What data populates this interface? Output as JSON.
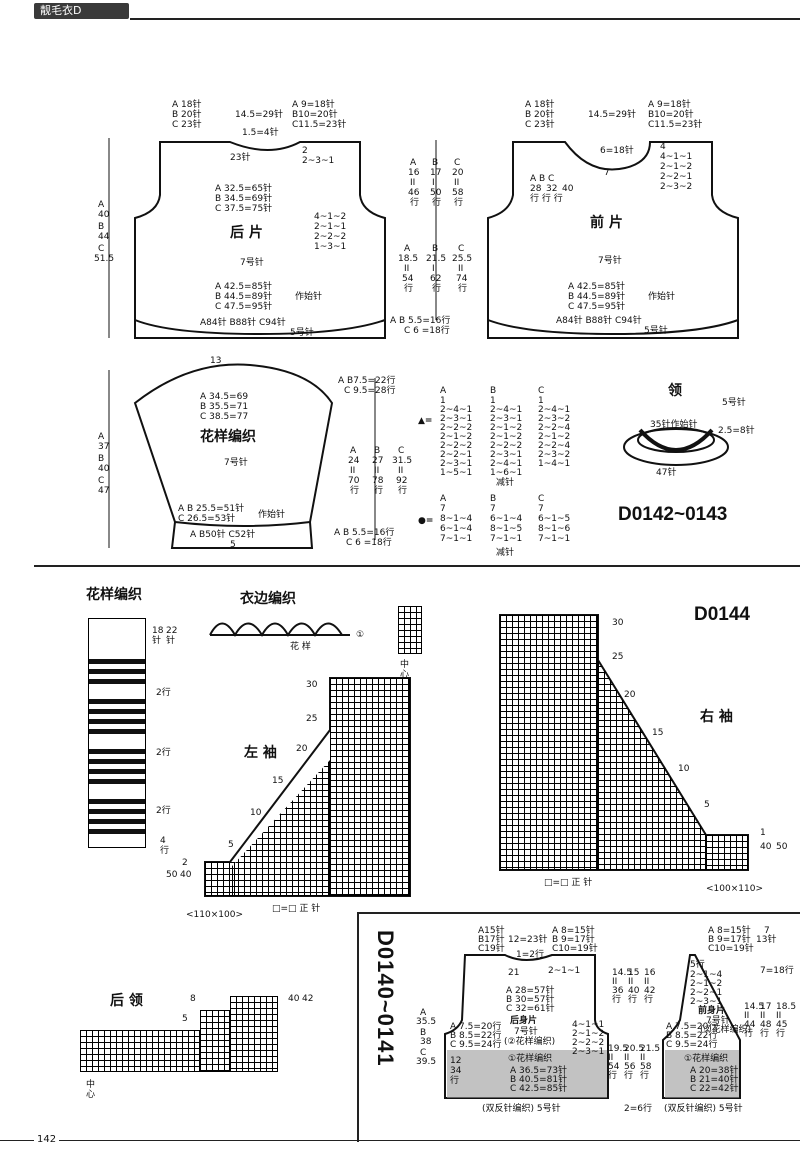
{
  "header": {
    "tab": "靓毛衣D",
    "page": "142"
  },
  "back": {
    "title": "后 片",
    "needle": "7号针",
    "rib_needle": "5号针",
    "shoulder_a": "A 18针",
    "shoulder_b": "B 20针",
    "shoulder_c": "C 23针",
    "neck_width": "14.5=29针",
    "neck_a": "A 9=18针",
    "neck_b": "B10=20针",
    "neck_c": "C11.5=23针",
    "neck_depth": "1.5=4针",
    "neck_st": "23针",
    "neck_dec1": "2",
    "neck_dec2": "2~3~1",
    "chest_a": "A 32.5=65针",
    "chest_b": "B 34.5=69针",
    "chest_c": "C 37.5=75针",
    "arm_dec": [
      "4~1~2",
      "2~1~1",
      "2~2~2",
      "1~3~1"
    ],
    "len_a": "A",
    "len_a_v": "40",
    "len_b": "B",
    "len_b_v": "44",
    "len_c": "C",
    "len_c_v": "51.5",
    "hem_a": "A 42.5=85针",
    "hem_b": "B 44.5=89针",
    "hem_c": "C 47.5=95针",
    "cast": "作始针",
    "rib": "A84针  B88针  C94针",
    "rib_len": "5号针"
  },
  "mid_cols": {
    "h1": [
      "A",
      "B",
      "C"
    ],
    "v1": [
      "16",
      "17",
      "20"
    ],
    "e1": [
      "II",
      "II",
      "II"
    ],
    "r1": [
      "46",
      "50",
      "58"
    ],
    "u1": [
      "行",
      "行",
      "行"
    ],
    "h2": [
      "A",
      "B",
      "C"
    ],
    "v2": [
      "18.5",
      "21.5",
      "25.5"
    ],
    "e2": [
      "II",
      "II",
      "II"
    ],
    "r2": [
      "54",
      "62",
      "74"
    ],
    "u2": [
      "行",
      "行",
      "行"
    ],
    "rib_ab": "A B 5.5=16行",
    "rib_c": "C  6  =18行"
  },
  "front": {
    "title": "前 片",
    "needle": "7号针",
    "rib_needle": "5号针",
    "shoulder_a": "A 18针",
    "shoulder_b": "B 20针",
    "shoulder_c": "C 23针",
    "neck_width": "14.5=29针",
    "neck_a": "A 9=18针",
    "neck_b": "B10=20针",
    "neck_c": "C11.5=23针",
    "neck_st": "6=18针",
    "neck_row": "7",
    "neck_dec": [
      "4",
      "4~1~1",
      "2~1~2",
      "2~2~1",
      "2~3~2"
    ],
    "side_h": "A B C",
    "side_v": [
      "28",
      "32",
      "40"
    ],
    "side_u": "行  行  行",
    "hem_a": "A 42.5=85针",
    "hem_b": "B 44.5=89针",
    "hem_c": "C 47.5=95针",
    "cast": "作始针",
    "rib": "A84针  B88针  C94针",
    "rib_len": "5号针"
  },
  "sleeve": {
    "title": "花样编织",
    "needle": "7号针",
    "top": "13",
    "w_a": "A 34.5=69",
    "w_b": "B 35.5=71",
    "w_c": "C 38.5=77",
    "len_a": "A",
    "len_a_v": "37",
    "len_b": "B",
    "len_b_v": "40",
    "len_c": "C",
    "len_c_v": "47",
    "cap_a": "A B7.5=22行",
    "cap_c": "C 9.5=28行",
    "cuff_ab": "A B 25.5=51针",
    "cuff_c": "C 26.5=53针",
    "cast": "作始针",
    "rib": "A B50针  C52针",
    "rib_len": "5",
    "col_h": [
      "A",
      "B",
      "C"
    ],
    "col_v": [
      "24",
      "27",
      "31.5"
    ],
    "col_e": [
      "II",
      "II",
      "II"
    ],
    "col_r": [
      "70",
      "78",
      "92"
    ],
    "col_u": [
      "行",
      "行",
      "行"
    ],
    "rib_ab": "A B 5.5=16行",
    "rib_c": "C  6  =18行"
  },
  "dec_tables": {
    "t1_symbol": "▲=",
    "t1_head": [
      "A",
      "B",
      "C"
    ],
    "t1_a": [
      "1",
      "2~4~1",
      "2~3~1",
      "2~2~2",
      "2~1~2",
      "2~2~2",
      "2~2~1",
      "2~3~1",
      "1~5~1"
    ],
    "t1_b": [
      "1",
      "2~4~1",
      "2~3~1",
      "2~1~2",
      "2~1~2",
      "2~2~2",
      "2~3~1",
      "2~4~1",
      "1~6~1"
    ],
    "t1_c": [
      "1",
      "2~4~1",
      "2~3~2",
      "2~2~4",
      "2~1~2",
      "2~2~4",
      "2~3~2",
      "1~4~1"
    ],
    "t1_foot": "减针",
    "t2_symbol": "●=",
    "t2_head": [
      "A",
      "B",
      "C"
    ],
    "t2_a": [
      "7",
      "8~1~4",
      "6~1~4",
      "7~1~1"
    ],
    "t2_b": [
      "7",
      "6~1~4",
      "8~1~5",
      "7~1~1"
    ],
    "t2_c": [
      "7",
      "6~1~5",
      "8~1~6",
      "7~1~1"
    ],
    "t2_foot": "减针"
  },
  "collar": {
    "title": "领",
    "needle": "5号针",
    "inner": "35针作始针",
    "depth": "2.5=8针",
    "outer": "47针"
  },
  "code_main": "D0142~0143",
  "chart_section": {
    "pattern_title": "花样编织",
    "edge_title": "衣边编织",
    "edge_label": "花 样",
    "edge_mark": "①",
    "pat_rows1": "18",
    "pat_rows1b": "针",
    "pat_rows2": "22",
    "pat_rows2b": "针",
    "pat_gap": [
      "2行",
      "2行",
      "2行"
    ],
    "pat_bottom": "4",
    "pat_bottom_u": "行",
    "left_title": "左 袖",
    "right_title": "右 袖",
    "code": "D0144",
    "center1": "中",
    "center2": "心",
    "left_ticks": [
      "30",
      "25",
      "20",
      "15",
      "10",
      "5"
    ],
    "left_marks": [
      "2",
      "40",
      "50"
    ],
    "left_width": "<110×100>",
    "legend": "□=□ 正 针",
    "right_ticks": [
      "30",
      "25",
      "20",
      "15",
      "10",
      "5"
    ],
    "right_marks": [
      "1",
      "40",
      "50"
    ],
    "right_width": "<100×110>",
    "back_neck_title": "后 领",
    "bn_marks": [
      "8",
      "40",
      "42",
      "5"
    ]
  },
  "inset": {
    "code": "D0140~0141",
    "back_title": "后身片",
    "back_needle": "7号针",
    "back_pattern": "(②花样编织)",
    "back_sh_a": "A15针",
    "back_sh_b": "B17针",
    "back_sh_c": "C19针",
    "back_neck": "12=23针",
    "back_na": "A 8=15针",
    "back_nb": "B 9=17针",
    "back_nc": "C10=19针",
    "back_nrow": "1=2行",
    "back_n2": "21",
    "back_n3": "2~1~1",
    "back_ch_a": "A 28=57针",
    "back_ch_b": "B 30=57针",
    "back_ch_c": "C 32=61针",
    "back_len": [
      "A",
      "35.5",
      "B",
      "38",
      "C",
      "39.5"
    ],
    "back_arm": [
      "4~1~1",
      "2~1~2",
      "2~2~2",
      "2~3~1"
    ],
    "back_cap": [
      "A 7.5=20行",
      "B 8.5=22行",
      "C 9.5=24行"
    ],
    "back_pat": "①花样编织",
    "back_hem": [
      "A 36.5=73针",
      "B 40.5=81针",
      "C 42.5=85针"
    ],
    "back_rib_len": "12",
    "back_rib_len2": "34",
    "back_rib_len3": "行",
    "back_bottom": "(双反针编织) 5号针",
    "col1": [
      "14.5",
      "15",
      "16"
    ],
    "col1e": [
      "II",
      "II",
      "II"
    ],
    "col1r": [
      "36",
      "40",
      "42"
    ],
    "col1u": [
      "行",
      "行",
      "行"
    ],
    "col2": [
      "19.5",
      "20.5",
      "21.5"
    ],
    "col2e": [
      "II",
      "II",
      "II"
    ],
    "col2r": [
      "54",
      "56",
      "58"
    ],
    "col2u": [
      "行",
      "行",
      "行"
    ],
    "col2b": "2=6行",
    "front_title": "前身片",
    "front_needle": "7号针",
    "front_pattern": "(②花样编织)",
    "front_sh_a": "A 8=15针",
    "front_sh_b": "B 9=17针",
    "front_sh_c": "C10=19针",
    "front_side": "7",
    "front_side2": "13针",
    "front_dec": [
      "2~1~4",
      "2~1~2",
      "2~2~1",
      "2~3~1"
    ],
    "front_top": "5行",
    "front_cap": [
      "A 7.5=20行",
      "B 8.5=22行",
      "C 9.5=24行"
    ],
    "front_col": [
      "14.5",
      "17",
      "18.5"
    ],
    "front_cole": [
      "II",
      "II",
      "II"
    ],
    "front_colr": [
      "44",
      "48",
      "45"
    ],
    "front_colu": [
      "行",
      "行",
      "行"
    ],
    "front_rows": "7=18行",
    "front_hem": [
      "A 20=38针",
      "B 21=40针",
      "C 22=42针"
    ],
    "front_pat": "①花样编织",
    "front_bottom": "(双反针编织) 5号针"
  }
}
